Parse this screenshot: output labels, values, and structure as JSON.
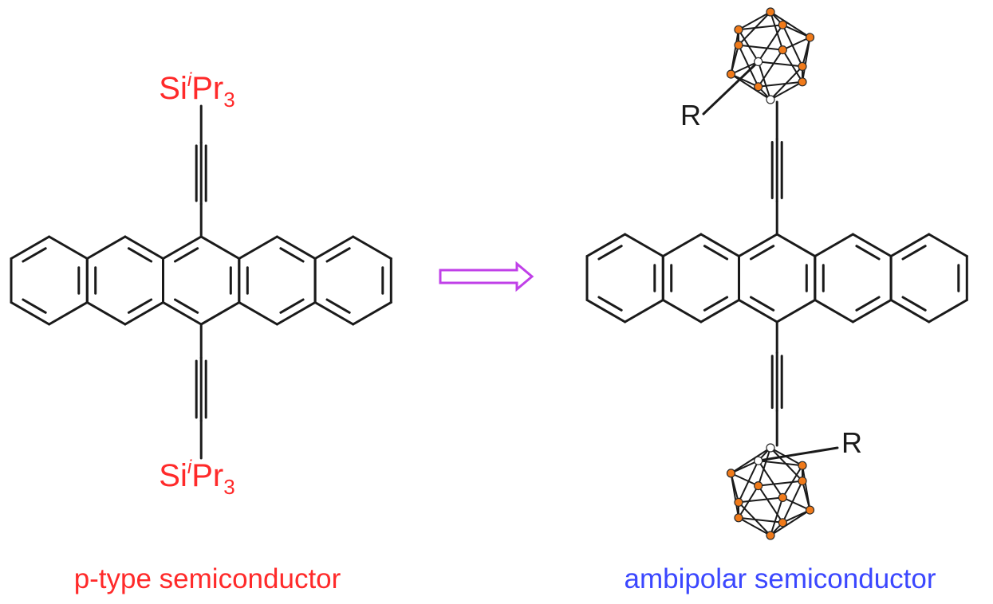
{
  "left_molecule": {
    "group_top": {
      "prefix": "Si",
      "sup": "i",
      "suffix": "Pr",
      "sub": "3"
    },
    "group_bottom": {
      "prefix": "Si",
      "sup": "i",
      "suffix": "Pr",
      "sub": "3"
    },
    "caption": "p-type semiconductor"
  },
  "right_molecule": {
    "substituent_top": "R",
    "substituent_bottom": "R",
    "caption": "ambipolar semiconductor"
  },
  "colors": {
    "bond": "#1a1a1a",
    "left_label": "#ff2a2a",
    "right_label": "#3b47ff",
    "arrow": "#c040e8",
    "boron_atom": "#f07a1a",
    "carbon_atom": "#ffffff"
  }
}
